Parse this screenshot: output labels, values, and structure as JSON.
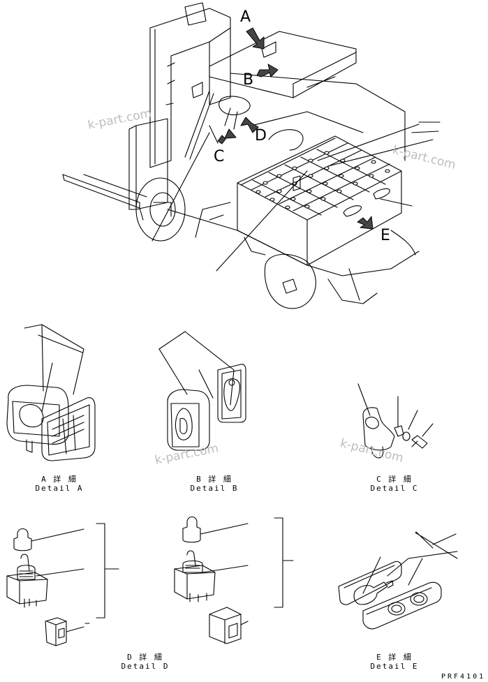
{
  "callouts": {
    "a": "A",
    "b": "B",
    "c": "C",
    "d": "D",
    "e": "E"
  },
  "details": [
    {
      "jp": "A 詳 細",
      "en": "Detail A"
    },
    {
      "jp": "B 詳 細",
      "en": "Detail B"
    },
    {
      "jp": "C 詳 細",
      "en": "Detail C"
    },
    {
      "jp": "D 詳 細",
      "en": "Detail D"
    },
    {
      "jp": "E 詳 細",
      "en": "Detail E"
    }
  ],
  "watermark": "k-part.com",
  "drawing_code": "PRF4101"
}
